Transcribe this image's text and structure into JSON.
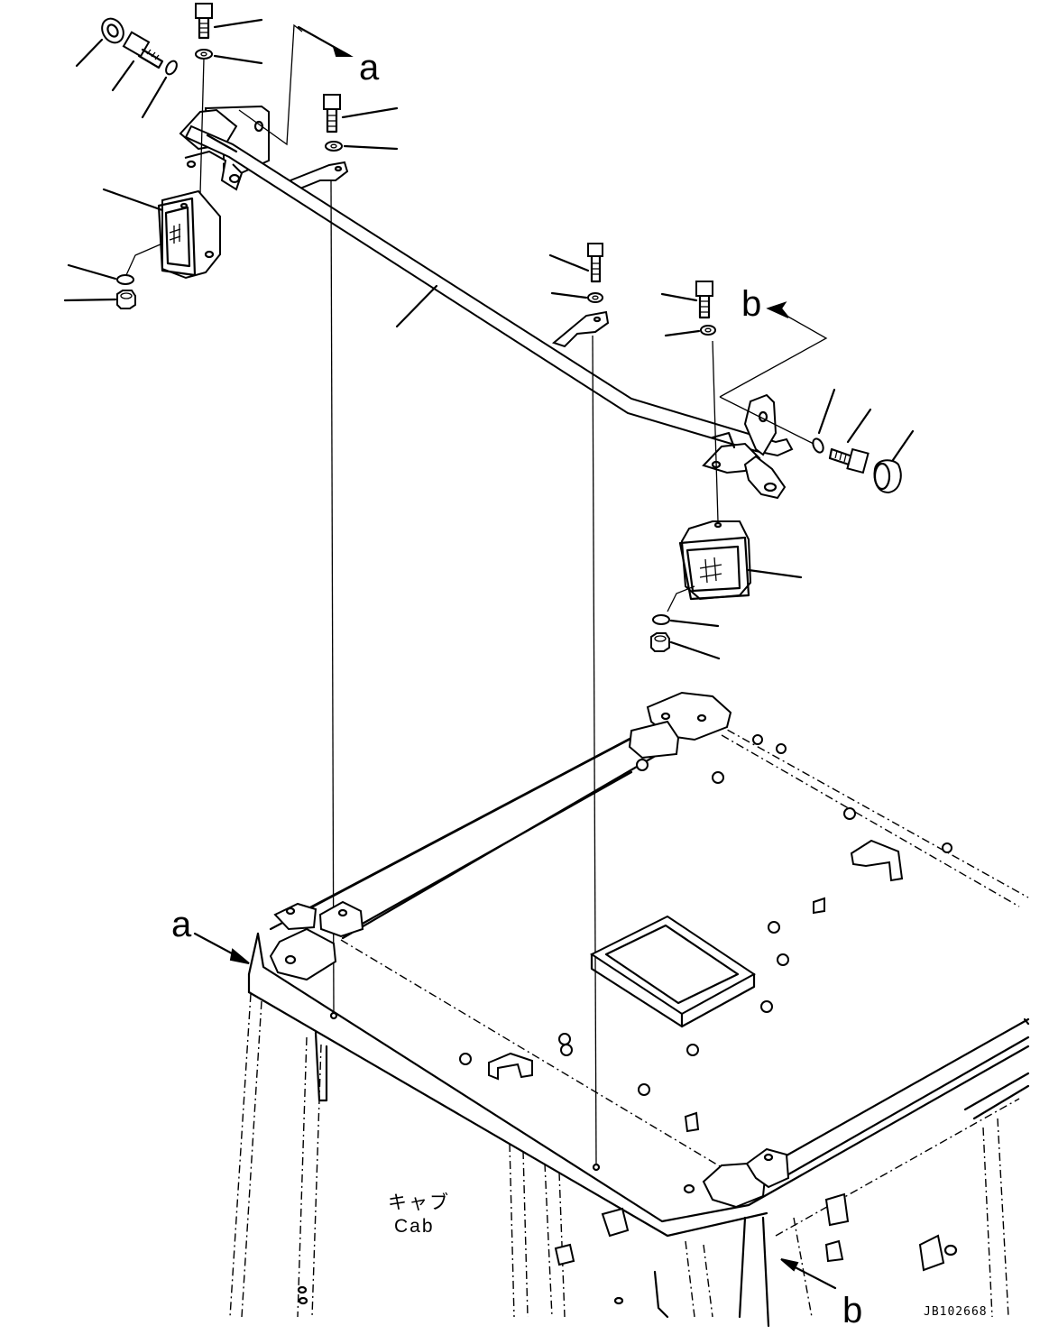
{
  "labels": {
    "view_a_top": "a",
    "view_b_top": "b",
    "view_a_bottom": "a",
    "view_b_bottom": "b",
    "cab_jp": "キャブ",
    "cab_en": "Cab",
    "drawing_code": "JB102668"
  },
  "icons": [
    "work-lamp-icon",
    "bolt-icon",
    "washer-icon",
    "nut-icon",
    "cap-icon"
  ]
}
